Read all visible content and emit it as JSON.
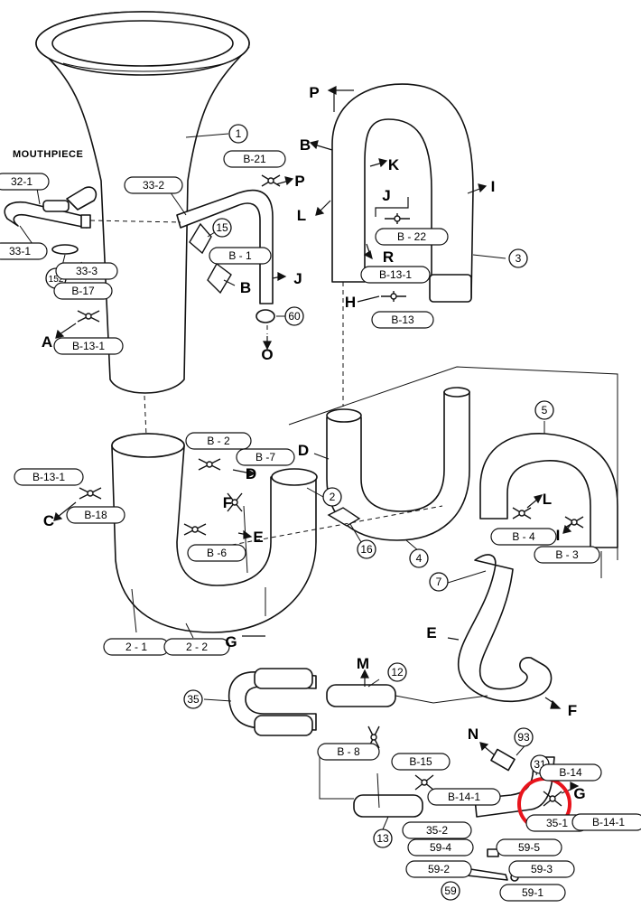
{
  "diagram": {
    "heading": "MOUTHPIECE",
    "callouts": [
      {
        "id": "c1",
        "label": "1"
      },
      {
        "id": "c3",
        "label": "3"
      },
      {
        "id": "c15",
        "label": "15"
      },
      {
        "id": "c152",
        "label": "152"
      },
      {
        "id": "c60",
        "label": "60"
      },
      {
        "id": "c2",
        "label": "2"
      },
      {
        "id": "c16",
        "label": "16"
      },
      {
        "id": "c4",
        "label": "4"
      },
      {
        "id": "c5",
        "label": "5"
      },
      {
        "id": "c7",
        "label": "7"
      },
      {
        "id": "c12",
        "label": "12"
      },
      {
        "id": "c35",
        "label": "35"
      },
      {
        "id": "c93",
        "label": "93"
      },
      {
        "id": "c31",
        "label": "31"
      },
      {
        "id": "c13",
        "label": "13"
      },
      {
        "id": "c59",
        "label": "59"
      }
    ],
    "part_labels": [
      {
        "id": "p321",
        "label": "32-1"
      },
      {
        "id": "p331",
        "label": "33-1"
      },
      {
        "id": "p333",
        "label": "33-3"
      },
      {
        "id": "p332",
        "label": "33-2"
      },
      {
        "id": "pb21",
        "label": "B-21"
      },
      {
        "id": "pb1",
        "label": "B - 1"
      },
      {
        "id": "pb17",
        "label": "B-17"
      },
      {
        "id": "pb131a",
        "label": "B-13-1"
      },
      {
        "id": "pb22",
        "label": "B - 22"
      },
      {
        "id": "pb131b",
        "label": "B-13-1"
      },
      {
        "id": "pb13",
        "label": "B-13"
      },
      {
        "id": "pb131c",
        "label": "B-13-1"
      },
      {
        "id": "pb18",
        "label": "B-18"
      },
      {
        "id": "pb2",
        "label": "B - 2"
      },
      {
        "id": "pb7",
        "label": "B -7"
      },
      {
        "id": "pb6",
        "label": "B -6"
      },
      {
        "id": "p21",
        "label": "2 - 1"
      },
      {
        "id": "p22",
        "label": "2 - 2"
      },
      {
        "id": "pb4",
        "label": "B - 4"
      },
      {
        "id": "pb3",
        "label": "B - 3"
      },
      {
        "id": "pb8",
        "label": "B - 8"
      },
      {
        "id": "pb15",
        "label": "B-15"
      },
      {
        "id": "pb141a",
        "label": "B-14-1"
      },
      {
        "id": "pb14",
        "label": "B-14"
      },
      {
        "id": "p351",
        "label": "35-1"
      },
      {
        "id": "pb141b",
        "label": "B-14-1"
      },
      {
        "id": "p352",
        "label": "35-2"
      },
      {
        "id": "p594",
        "label": "59-4"
      },
      {
        "id": "p595",
        "label": "59-5"
      },
      {
        "id": "p592",
        "label": "59-2"
      },
      {
        "id": "p593",
        "label": "59-3"
      },
      {
        "id": "p591",
        "label": "59-1"
      }
    ],
    "direction_letters": [
      {
        "id": "dP1",
        "label": "P"
      },
      {
        "id": "dB1",
        "label": "B"
      },
      {
        "id": "dK",
        "label": "K"
      },
      {
        "id": "dJ1",
        "label": "J"
      },
      {
        "id": "dI1",
        "label": "I"
      },
      {
        "id": "dL1",
        "label": "L"
      },
      {
        "id": "dR",
        "label": "R"
      },
      {
        "id": "dH",
        "label": "H"
      },
      {
        "id": "dP2",
        "label": "P"
      },
      {
        "id": "dB2",
        "label": "B"
      },
      {
        "id": "dJ2",
        "label": "J"
      },
      {
        "id": "dO",
        "label": "O"
      },
      {
        "id": "dA",
        "label": "A"
      },
      {
        "id": "dC",
        "label": "C"
      },
      {
        "id": "dD1",
        "label": "D"
      },
      {
        "id": "dD2",
        "label": "D"
      },
      {
        "id": "dF1",
        "label": "F"
      },
      {
        "id": "dE1",
        "label": "E"
      },
      {
        "id": "dG1",
        "label": "G"
      },
      {
        "id": "dL2",
        "label": "L"
      },
      {
        "id": "dI2",
        "label": "I"
      },
      {
        "id": "dE2",
        "label": "E"
      },
      {
        "id": "dF2",
        "label": "F"
      },
      {
        "id": "dM",
        "label": "M"
      },
      {
        "id": "dN",
        "label": "N"
      },
      {
        "id": "dG2",
        "label": "G"
      }
    ],
    "highlight_color": "#e8141c"
  }
}
